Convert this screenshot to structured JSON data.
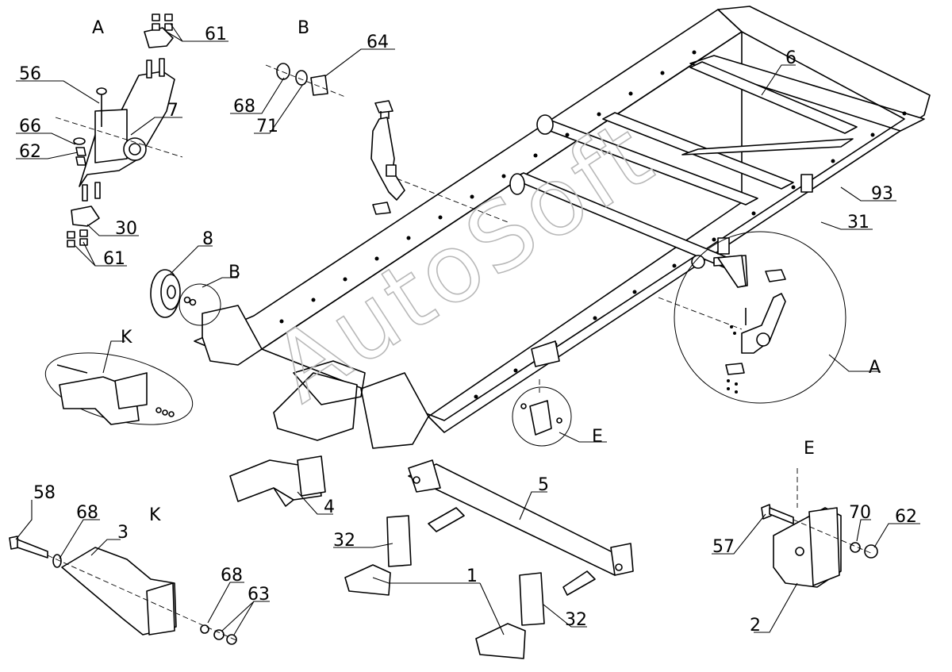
{
  "watermark": "AutoSoft",
  "view_letters": {
    "A_top": "A",
    "B_top": "B",
    "B_callout": "B",
    "K_callout": "K",
    "A_callout": "A",
    "E_callout": "E",
    "K_detail": "K",
    "E_detail": "E"
  },
  "part_labels": {
    "p61a": "61",
    "p56": "56",
    "p7": "7",
    "p66": "66",
    "p62a": "62",
    "p30": "30",
    "p61b": "61",
    "p68a": "68",
    "p71": "71",
    "p64": "64",
    "p6": "6",
    "p93": "93",
    "p31": "31",
    "p8": "8",
    "p5": "5",
    "p4": "4",
    "p58": "58",
    "p68b": "68",
    "p3": "3",
    "p68c": "68",
    "p63": "63",
    "p32a": "32",
    "p1": "1",
    "p32b": "32",
    "p57": "57",
    "p70": "70",
    "p62b": "62",
    "p2": "2"
  }
}
